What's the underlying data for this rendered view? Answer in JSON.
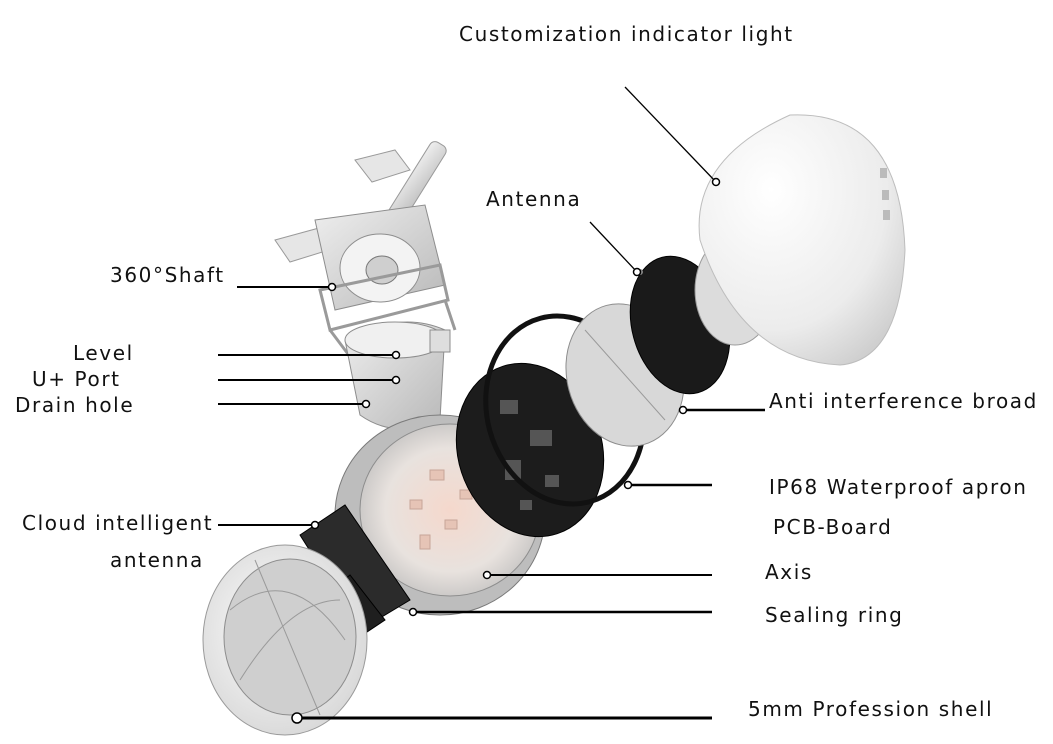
{
  "labels": {
    "indicator_light": "Customization indicator light",
    "antenna": "Antenna",
    "shaft": "360°Shaft",
    "level": "Level",
    "u_port": "U+ Port",
    "drain_hole": "Drain hole",
    "anti_interference": "Anti interference broad",
    "waterproof_apron": "IP68 Waterproof apron",
    "pcb_board": "PCB-Board",
    "cloud_antenna_line1": "Cloud intelligent",
    "cloud_antenna_line2": "antenna",
    "axis": "Axis",
    "sealing_ring": "Sealing ring",
    "shell": "5mm Profession shell"
  },
  "colors": {
    "leader": "#000000",
    "shell_white": "#f2f2f2",
    "pcb_black": "#1a1a1a",
    "metal_grey": "#c9c9c9"
  }
}
